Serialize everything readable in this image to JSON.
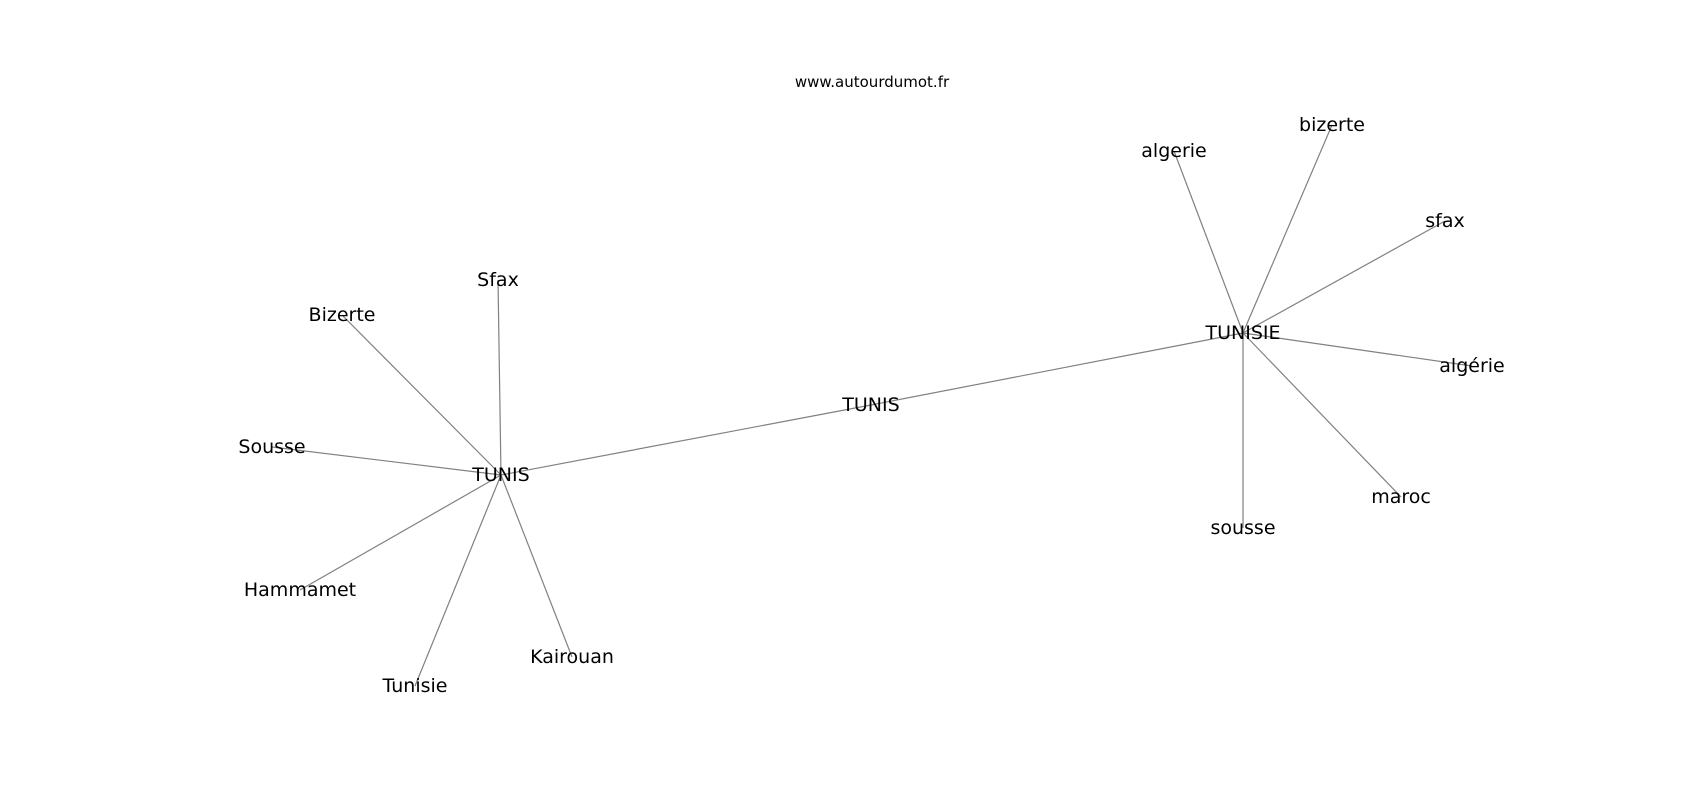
{
  "watermark": "www.autourdumot.fr",
  "graph": {
    "nodes": [
      {
        "id": "center",
        "label": "TUNIS"
      },
      {
        "id": "tunis_hub",
        "label": "TUNIS"
      },
      {
        "id": "tunisie_hub",
        "label": "TUNISIE"
      },
      {
        "id": "sfax_cap",
        "label": "Sfax"
      },
      {
        "id": "bizerte_cap",
        "label": "Bizerte"
      },
      {
        "id": "sousse_cap",
        "label": "Sousse"
      },
      {
        "id": "hammamet",
        "label": "Hammamet"
      },
      {
        "id": "tunisie_cap",
        "label": "Tunisie"
      },
      {
        "id": "kairouan",
        "label": "Kairouan"
      },
      {
        "id": "algerie",
        "label": "algerie"
      },
      {
        "id": "bizerte",
        "label": "bizerte"
      },
      {
        "id": "sfax",
        "label": "sfax"
      },
      {
        "id": "algerie_acc",
        "label": "algérie"
      },
      {
        "id": "maroc",
        "label": "maroc"
      },
      {
        "id": "sousse",
        "label": "sousse"
      }
    ],
    "edges": [
      [
        "tunis_hub",
        "center"
      ],
      [
        "center",
        "tunisie_hub"
      ],
      [
        "tunis_hub",
        "sfax_cap"
      ],
      [
        "tunis_hub",
        "bizerte_cap"
      ],
      [
        "tunis_hub",
        "sousse_cap"
      ],
      [
        "tunis_hub",
        "hammamet"
      ],
      [
        "tunis_hub",
        "tunisie_cap"
      ],
      [
        "tunis_hub",
        "kairouan"
      ],
      [
        "tunisie_hub",
        "algerie"
      ],
      [
        "tunisie_hub",
        "bizerte"
      ],
      [
        "tunisie_hub",
        "sfax"
      ],
      [
        "tunisie_hub",
        "algerie_acc"
      ],
      [
        "tunisie_hub",
        "maroc"
      ],
      [
        "tunisie_hub",
        "sousse"
      ]
    ]
  }
}
